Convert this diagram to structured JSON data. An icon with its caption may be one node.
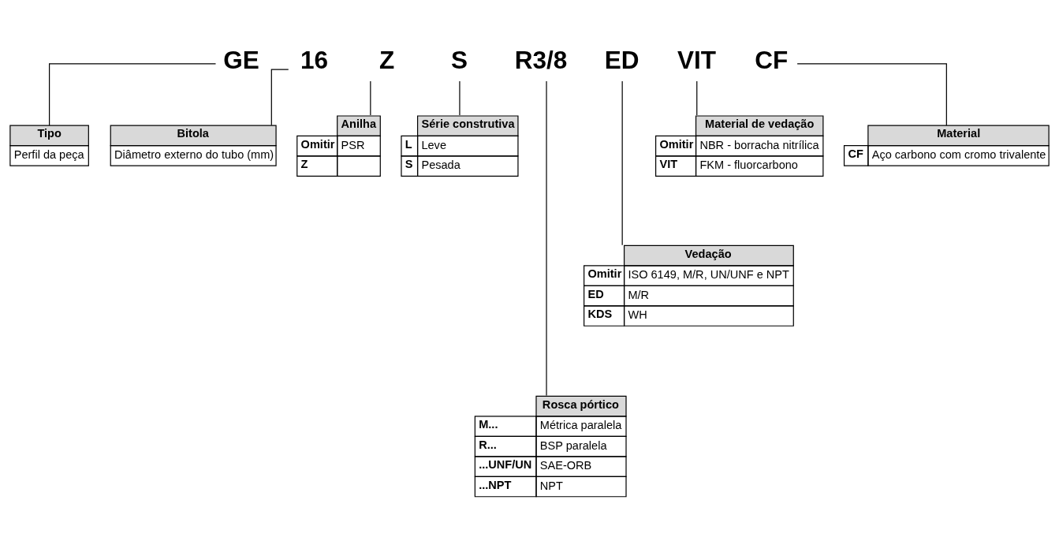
{
  "diagram": {
    "nodes": [
      {
        "text": [
          "GE"
        ]
      },
      {
        "text": [
          "16"
        ]
      },
      {
        "text": [
          "Z"
        ]
      },
      {
        "text": [
          "S"
        ]
      },
      {
        "text": [
          "R3/8"
        ]
      },
      {
        "text": [
          "ED"
        ]
      },
      {
        "text": [
          "VIT"
        ]
      },
      {
        "text": [
          "CF"
        ]
      },
      {
        "text": [
          "Tipo",
          "Perfil da peça"
        ]
      },
      {
        "text": [
          "Bitola",
          "Diâmetro externo do tubo (mm)"
        ]
      },
      {
        "text": [
          "Anilha",
          "Omitir",
          "PSR",
          "Z"
        ]
      },
      {
        "text": [
          "Série construtiva",
          "L",
          "Leve",
          "S",
          "Pesada"
        ]
      },
      {
        "text": [
          "Material de vedação",
          "Omitir",
          "NBR - borracha nitrílica",
          "VIT",
          "FKM - fluorcarbono"
        ]
      },
      {
        "text": [
          "Material",
          "CF",
          "Aço carbono com cromo trivalente"
        ]
      },
      {
        "text": [
          "Vedação",
          "Omitir",
          "ISO 6149, M/R, UN/UNF e NPT",
          "ED",
          "M/R",
          "KDS",
          "WH"
        ]
      },
      {
        "text": [
          "Rosca pórtico",
          "M...",
          "Métrica paralela",
          "R...",
          "BSP paralela",
          "...UNF/UN",
          "SAE-ORB",
          "...NPT",
          "NPT"
        ]
      }
    ],
    "edges": [
      {
        "from": 0,
        "to": 8,
        "arrow": "none"
      },
      {
        "from": 1,
        "to": 9,
        "arrow": "none"
      },
      {
        "from": 2,
        "to": 10,
        "arrow": "none"
      },
      {
        "from": 3,
        "to": 11,
        "arrow": "none"
      },
      {
        "from": 4,
        "to": 15,
        "arrow": "none"
      },
      {
        "from": 5,
        "to": 14,
        "arrow": "none"
      },
      {
        "from": 6,
        "to": 12,
        "arrow": "none"
      },
      {
        "from": 7,
        "to": 13,
        "arrow": "none"
      }
    ]
  }
}
